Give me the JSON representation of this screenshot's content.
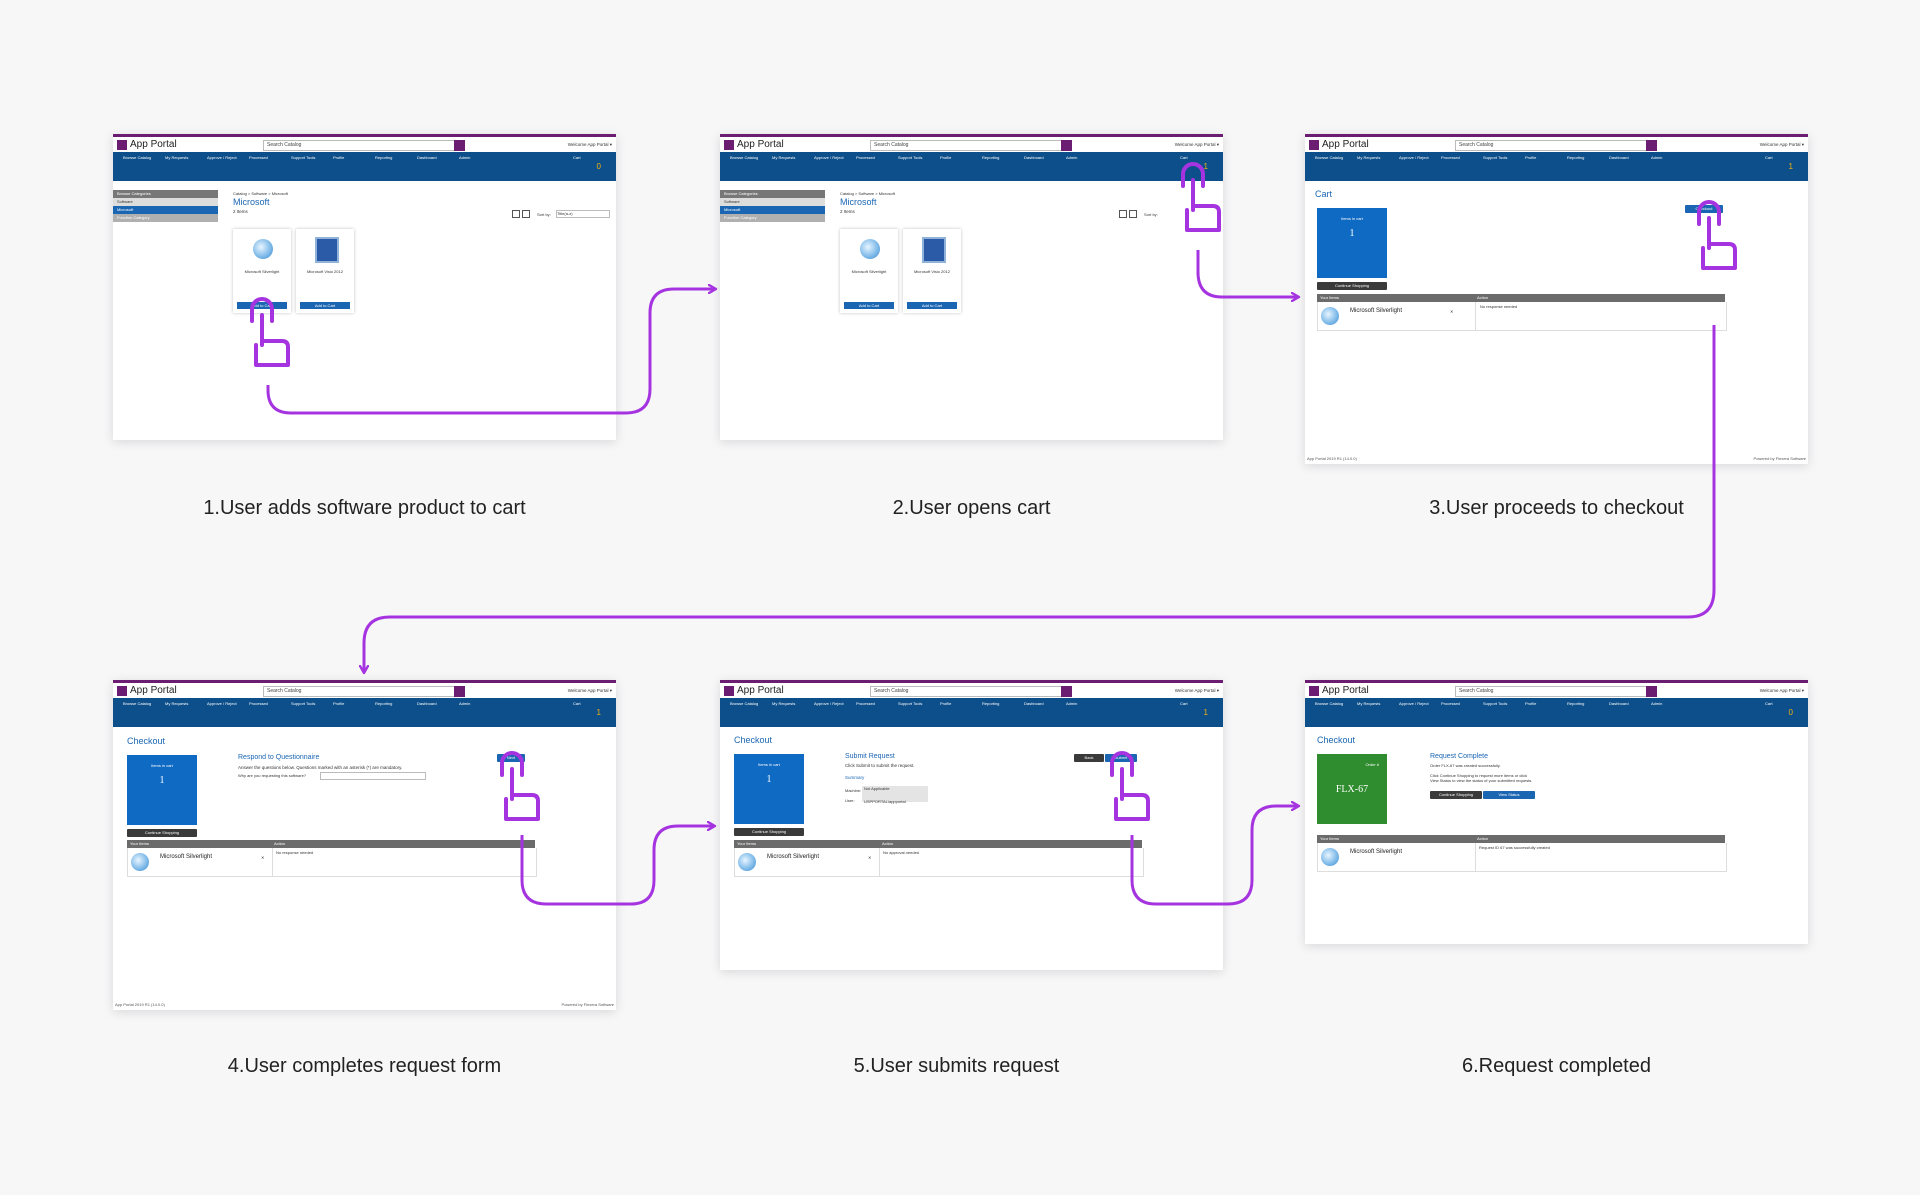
{
  "app": {
    "name": "App Portal",
    "search_placeholder": "Search Catalog",
    "welcome": "Welcome App Portal ▾",
    "footer_left": "App Portal 2019 R1 (14.0.0)",
    "footer_right": "Powered by Flexera Software"
  },
  "nav": [
    "Browse Catalog",
    "My Requests",
    "Approve / Reject",
    "Processed",
    "Support Tools",
    "Profile",
    "Reporting",
    "Dashboard",
    "Admin"
  ],
  "cart_label": "Cart",
  "colors": {
    "arrow": "#a534e0",
    "brand": "#6b1d72",
    "nav": "#0d4f8a",
    "accent": "#1a66b3"
  },
  "screens": {
    "s1": {
      "cart_count": "0",
      "sidebar": [
        "Browse Categories",
        "Software",
        "Microsoft",
        "Function Category"
      ],
      "breadcrumb": "Catalog > Software > Microsoft",
      "title": "Microsoft",
      "count": "2 Items",
      "sort_label": "Sort by:",
      "sort_value": "Title(a-z)",
      "cards": [
        "Microsoft Silverlight",
        "Microsoft Visio 2012"
      ],
      "add_label": "Add to Cart"
    },
    "s2": {
      "cart_count": "1",
      "sidebar": [
        "Browse Categories",
        "Software",
        "Microsoft",
        "Function Category"
      ],
      "breadcrumb": "Catalog > Software > Microsoft",
      "title": "Microsoft",
      "count": "2 Items",
      "sort_label": "Sort by:",
      "cards": [
        "Microsoft Silverlight",
        "Microsoft Visio 2012"
      ],
      "add_label": "Add to Cart"
    },
    "s3": {
      "cart_count": "1",
      "title": "Cart",
      "items_in_cart": "Items in cart",
      "items_count": "1",
      "continue": "Continue Shopping",
      "checkout": "Checkout",
      "col1": "Your Items",
      "col2": "Action",
      "item": "Microsoft Silverlight",
      "remove": "✕",
      "action_text": "No response needed"
    },
    "s4": {
      "cart_count": "1",
      "title": "Checkout",
      "items_in_cart": "Items in cart",
      "items_count": "1",
      "continue": "Continue Shopping",
      "section": "Respond to Questionnaire",
      "instructions": "Answer the questions below. Questions marked with an asterisk (*) are mandatory.",
      "question": "Why are you requesting this software?",
      "next": "Next",
      "col1": "Your Items",
      "col2": "Action",
      "item": "Microsoft Silverlight",
      "remove": "✕",
      "action_text": "No response needed"
    },
    "s5": {
      "cart_count": "1",
      "title": "Checkout",
      "items_in_cart": "Items in cart",
      "items_count": "1",
      "continue": "Continue Shopping",
      "section": "Submit Request",
      "instructions": "Click Submit to submit the request.",
      "summary": "Summary",
      "machine_label": "Machine:",
      "machine_value": "Not Applicable",
      "user_label": "User:",
      "user_value": "USPPORTAL\\appportal",
      "back": "Back",
      "submit": "Submit",
      "col1": "Your Items",
      "col2": "Action",
      "item": "Microsoft Silverlight",
      "remove": "✕",
      "action_text": "No approval needed"
    },
    "s6": {
      "cart_count": "0",
      "title": "Checkout",
      "order_label": "Order #",
      "order_id": "FLX-67",
      "section": "Request Complete",
      "line1": "Order FLX-67 was created successfully.",
      "line2": "Click Continue Shopping to request more items or click",
      "line3": "View Status to view the status of your submitted requests.",
      "continue": "Continue Shopping",
      "view_status": "View Status",
      "col1": "Your Items",
      "col2": "Action",
      "item": "Microsoft Silverlight",
      "action_text": "Request ID 67 was successfully created"
    }
  },
  "captions": [
    "1.User adds software product to cart",
    "2.User opens cart",
    "3.User proceeds to checkout",
    "4.User completes request form",
    "5.User submits request",
    "6.Request completed"
  ]
}
